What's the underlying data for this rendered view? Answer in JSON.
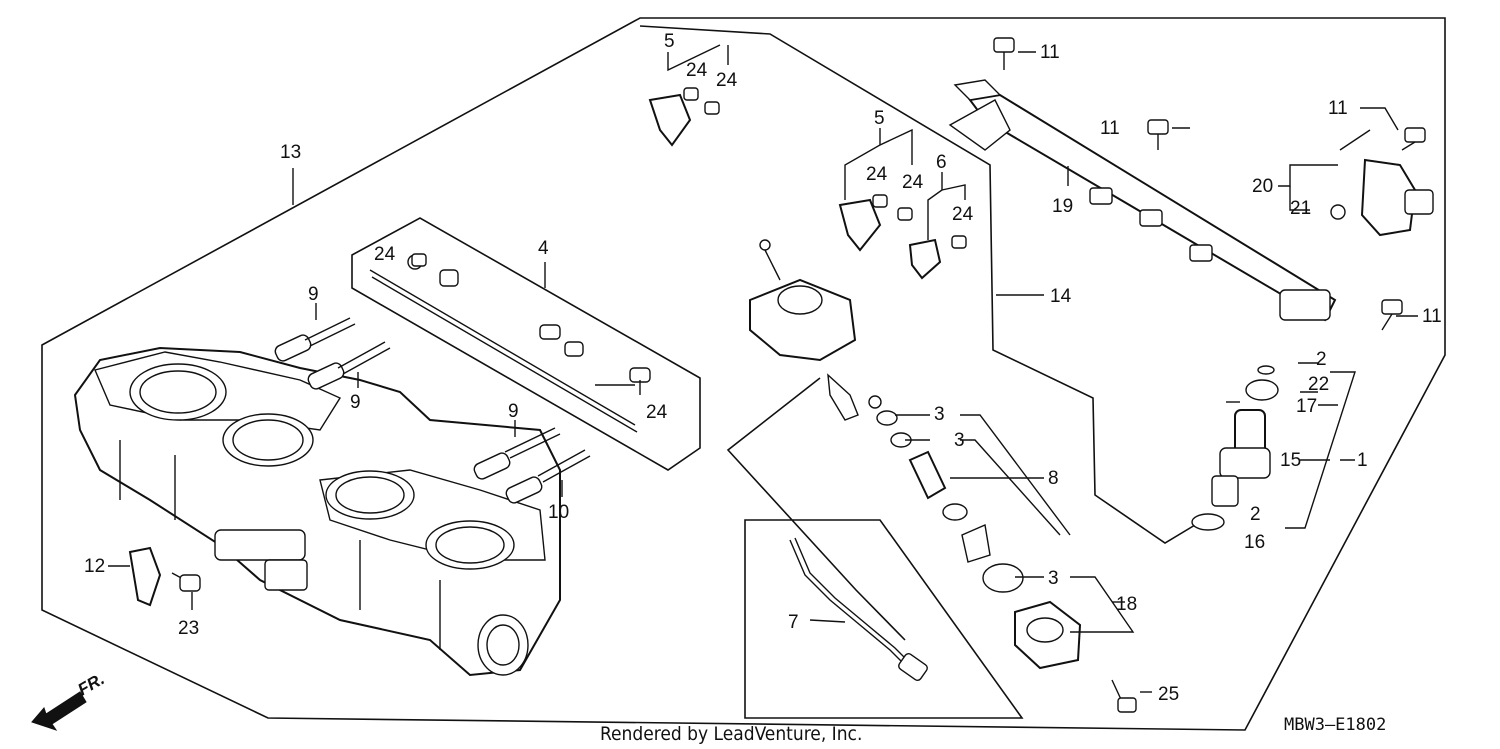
{
  "callouts": [
    {
      "id": "c1",
      "text": "1"
    },
    {
      "id": "c2a",
      "text": "2"
    },
    {
      "id": "c2b",
      "text": "2"
    },
    {
      "id": "c3a",
      "text": "3"
    },
    {
      "id": "c3b",
      "text": "3"
    },
    {
      "id": "c3c",
      "text": "3"
    },
    {
      "id": "c4",
      "text": "4"
    },
    {
      "id": "c5a",
      "text": "5"
    },
    {
      "id": "c5b",
      "text": "5"
    },
    {
      "id": "c6",
      "text": "6"
    },
    {
      "id": "c7",
      "text": "7"
    },
    {
      "id": "c8",
      "text": "8"
    },
    {
      "id": "c9a",
      "text": "9"
    },
    {
      "id": "c9b",
      "text": "9"
    },
    {
      "id": "c9c",
      "text": "9"
    },
    {
      "id": "c10",
      "text": "10"
    },
    {
      "id": "c11a",
      "text": "11"
    },
    {
      "id": "c11b",
      "text": "11"
    },
    {
      "id": "c11c",
      "text": "11"
    },
    {
      "id": "c11d",
      "text": "11"
    },
    {
      "id": "c12",
      "text": "12"
    },
    {
      "id": "c13",
      "text": "13"
    },
    {
      "id": "c14",
      "text": "14"
    },
    {
      "id": "c15",
      "text": "15"
    },
    {
      "id": "c16",
      "text": "16"
    },
    {
      "id": "c17",
      "text": "17"
    },
    {
      "id": "c18",
      "text": "18"
    },
    {
      "id": "c19",
      "text": "19"
    },
    {
      "id": "c20",
      "text": "20"
    },
    {
      "id": "c21",
      "text": "21"
    },
    {
      "id": "c22",
      "text": "22"
    },
    {
      "id": "c23",
      "text": "23"
    },
    {
      "id": "c24a",
      "text": "24"
    },
    {
      "id": "c24b",
      "text": "24"
    },
    {
      "id": "c24c",
      "text": "24"
    },
    {
      "id": "c24d",
      "text": "24"
    },
    {
      "id": "c24e",
      "text": "24"
    },
    {
      "id": "c24f",
      "text": "24"
    },
    {
      "id": "c24g",
      "text": "24"
    },
    {
      "id": "c25",
      "text": "25"
    }
  ],
  "direction_label": "FR.",
  "diagram_code": "MBW3—E1802",
  "credit": "Rendered by LeadVenture, Inc."
}
